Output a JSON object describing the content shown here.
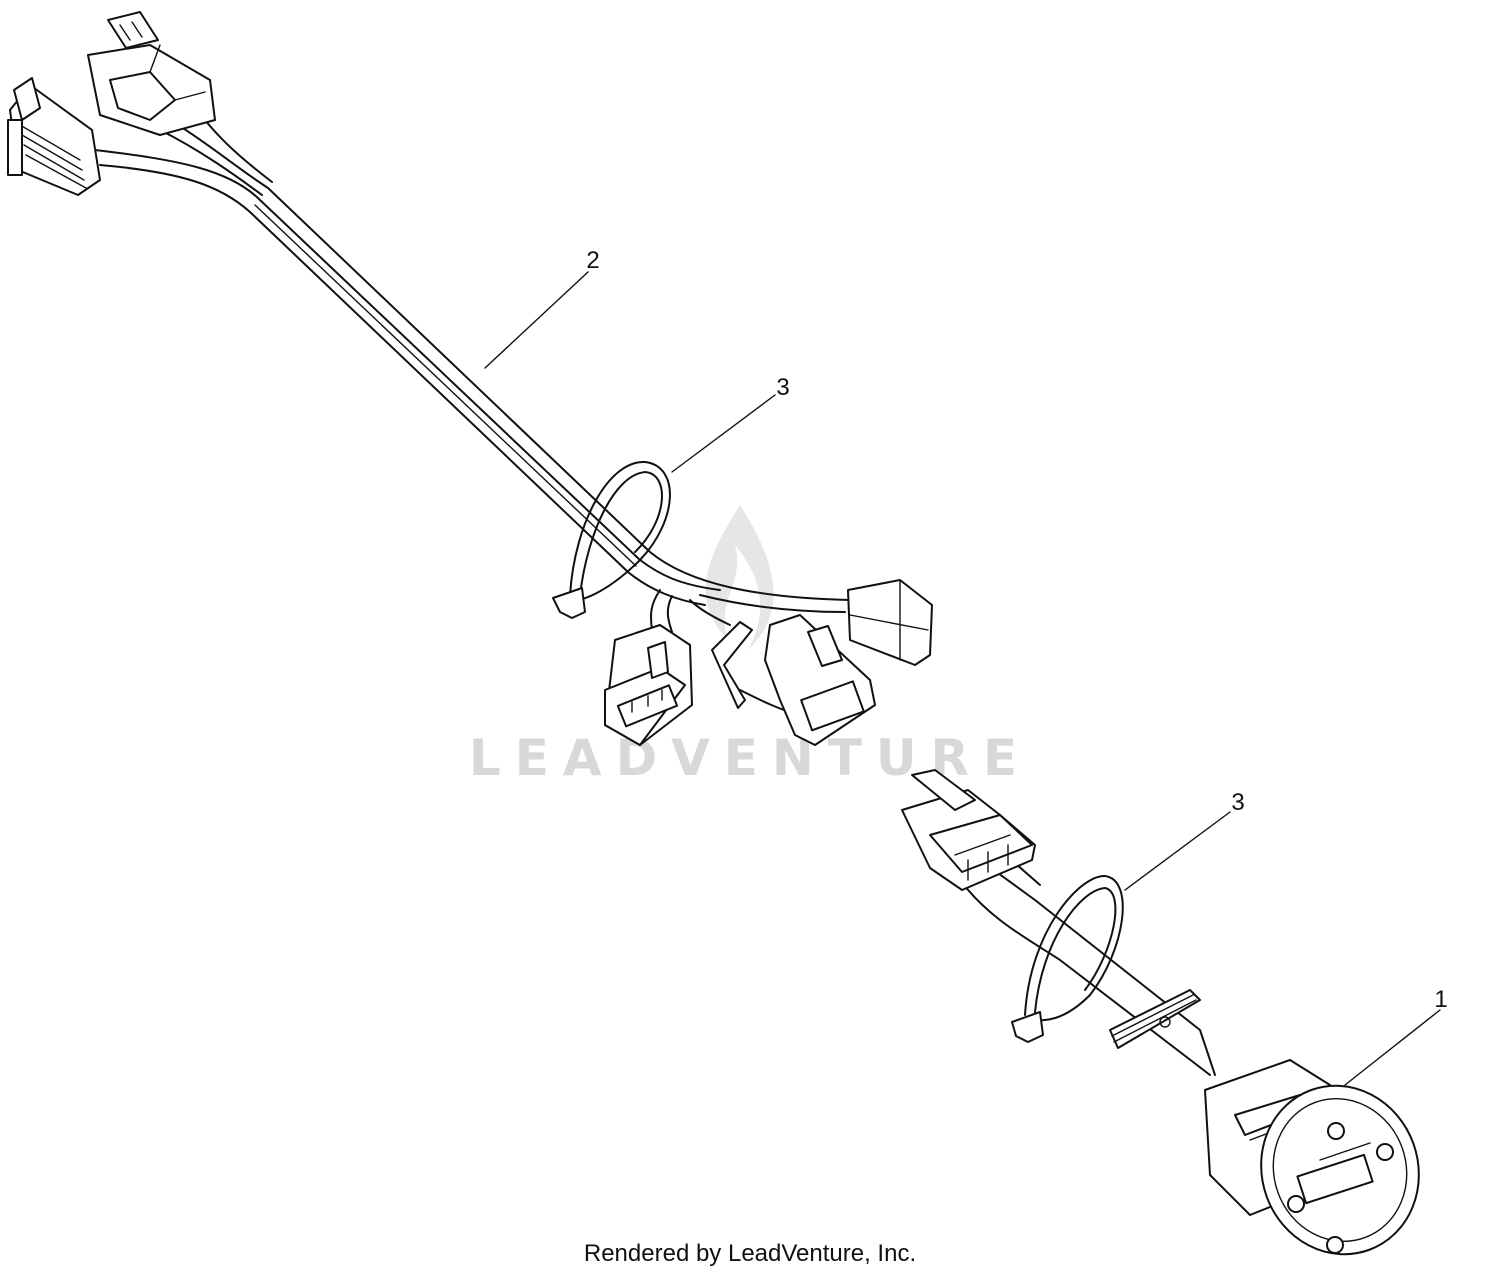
{
  "watermark": {
    "text": "LEADVENTURE"
  },
  "callouts": [
    {
      "id": "c1",
      "label": "1"
    },
    {
      "id": "c2",
      "label": "2"
    },
    {
      "id": "c3a",
      "label": "3"
    },
    {
      "id": "c3b",
      "label": "3"
    }
  ],
  "footer": {
    "text": "Rendered by LeadVenture, Inc."
  }
}
